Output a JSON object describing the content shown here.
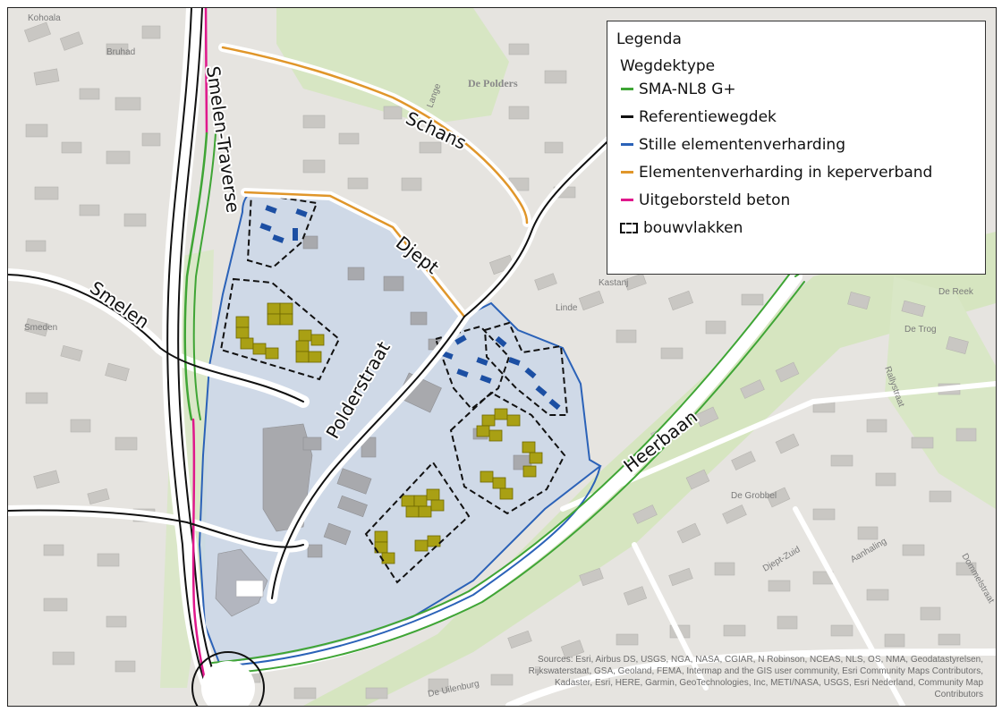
{
  "legend": {
    "title": "Legenda",
    "subtitle": "Wegdektype",
    "items": [
      {
        "label": "SMA-NL8 G+",
        "color": "#3fa535",
        "kind": "line"
      },
      {
        "label": "Referentiewegdek",
        "color": "#111111",
        "kind": "line"
      },
      {
        "label": "Stille elementenverharding",
        "color": "#2b62b8",
        "kind": "line"
      },
      {
        "label": "Elementenverharding in keperverband",
        "color": "#e0962a",
        "kind": "line"
      },
      {
        "label": "Uitgeborsteld beton",
        "color": "#e0188c",
        "kind": "line"
      },
      {
        "label": "bouwvlakken",
        "color": "#111111",
        "kind": "dashed-box"
      }
    ]
  },
  "roads": {
    "smelen_traverse": "Smelen-Traverse",
    "smelen": "Smelen",
    "schans": "Schans",
    "djept": "Djept",
    "polderstraat": "Polderstraat",
    "heerbaan": "Heerbaan"
  },
  "places": {
    "de_polders": "De Polders"
  },
  "minor_labels": [
    "Kohoala",
    "Bruhad",
    "Lange",
    "Linde",
    "Kastanj",
    "De Uilenburg",
    "Smeden",
    "De Grobbel",
    "De Reek",
    "De Trog",
    "Aanhaling",
    "Rallystraat",
    "Djept-Zuid",
    "Dommelstraat"
  ],
  "attribution": "Sources: Esri, Airbus DS, USGS, NGA, NASA, CGIAR, N Robinson, NCEAS, NLS, OS, NMA, Geodatastyrelsen, Rijkswaterstaat, GSA, Geoland, FEMA, Intermap and the GIS user community, Esri Community Maps Contributors, Kadaster, Esri, HERE, Garmin, GeoTechnologies, Inc, METI/NASA, USGS, Esri Nederland, Community Map Contributors",
  "colors": {
    "background": "#e6e4e0",
    "building": "#c9c7c3",
    "plan_area": "#c7d6ea",
    "green": "#d7e6c3",
    "olive_building": "#a9a014",
    "blue_building": "#1c4fa3"
  }
}
